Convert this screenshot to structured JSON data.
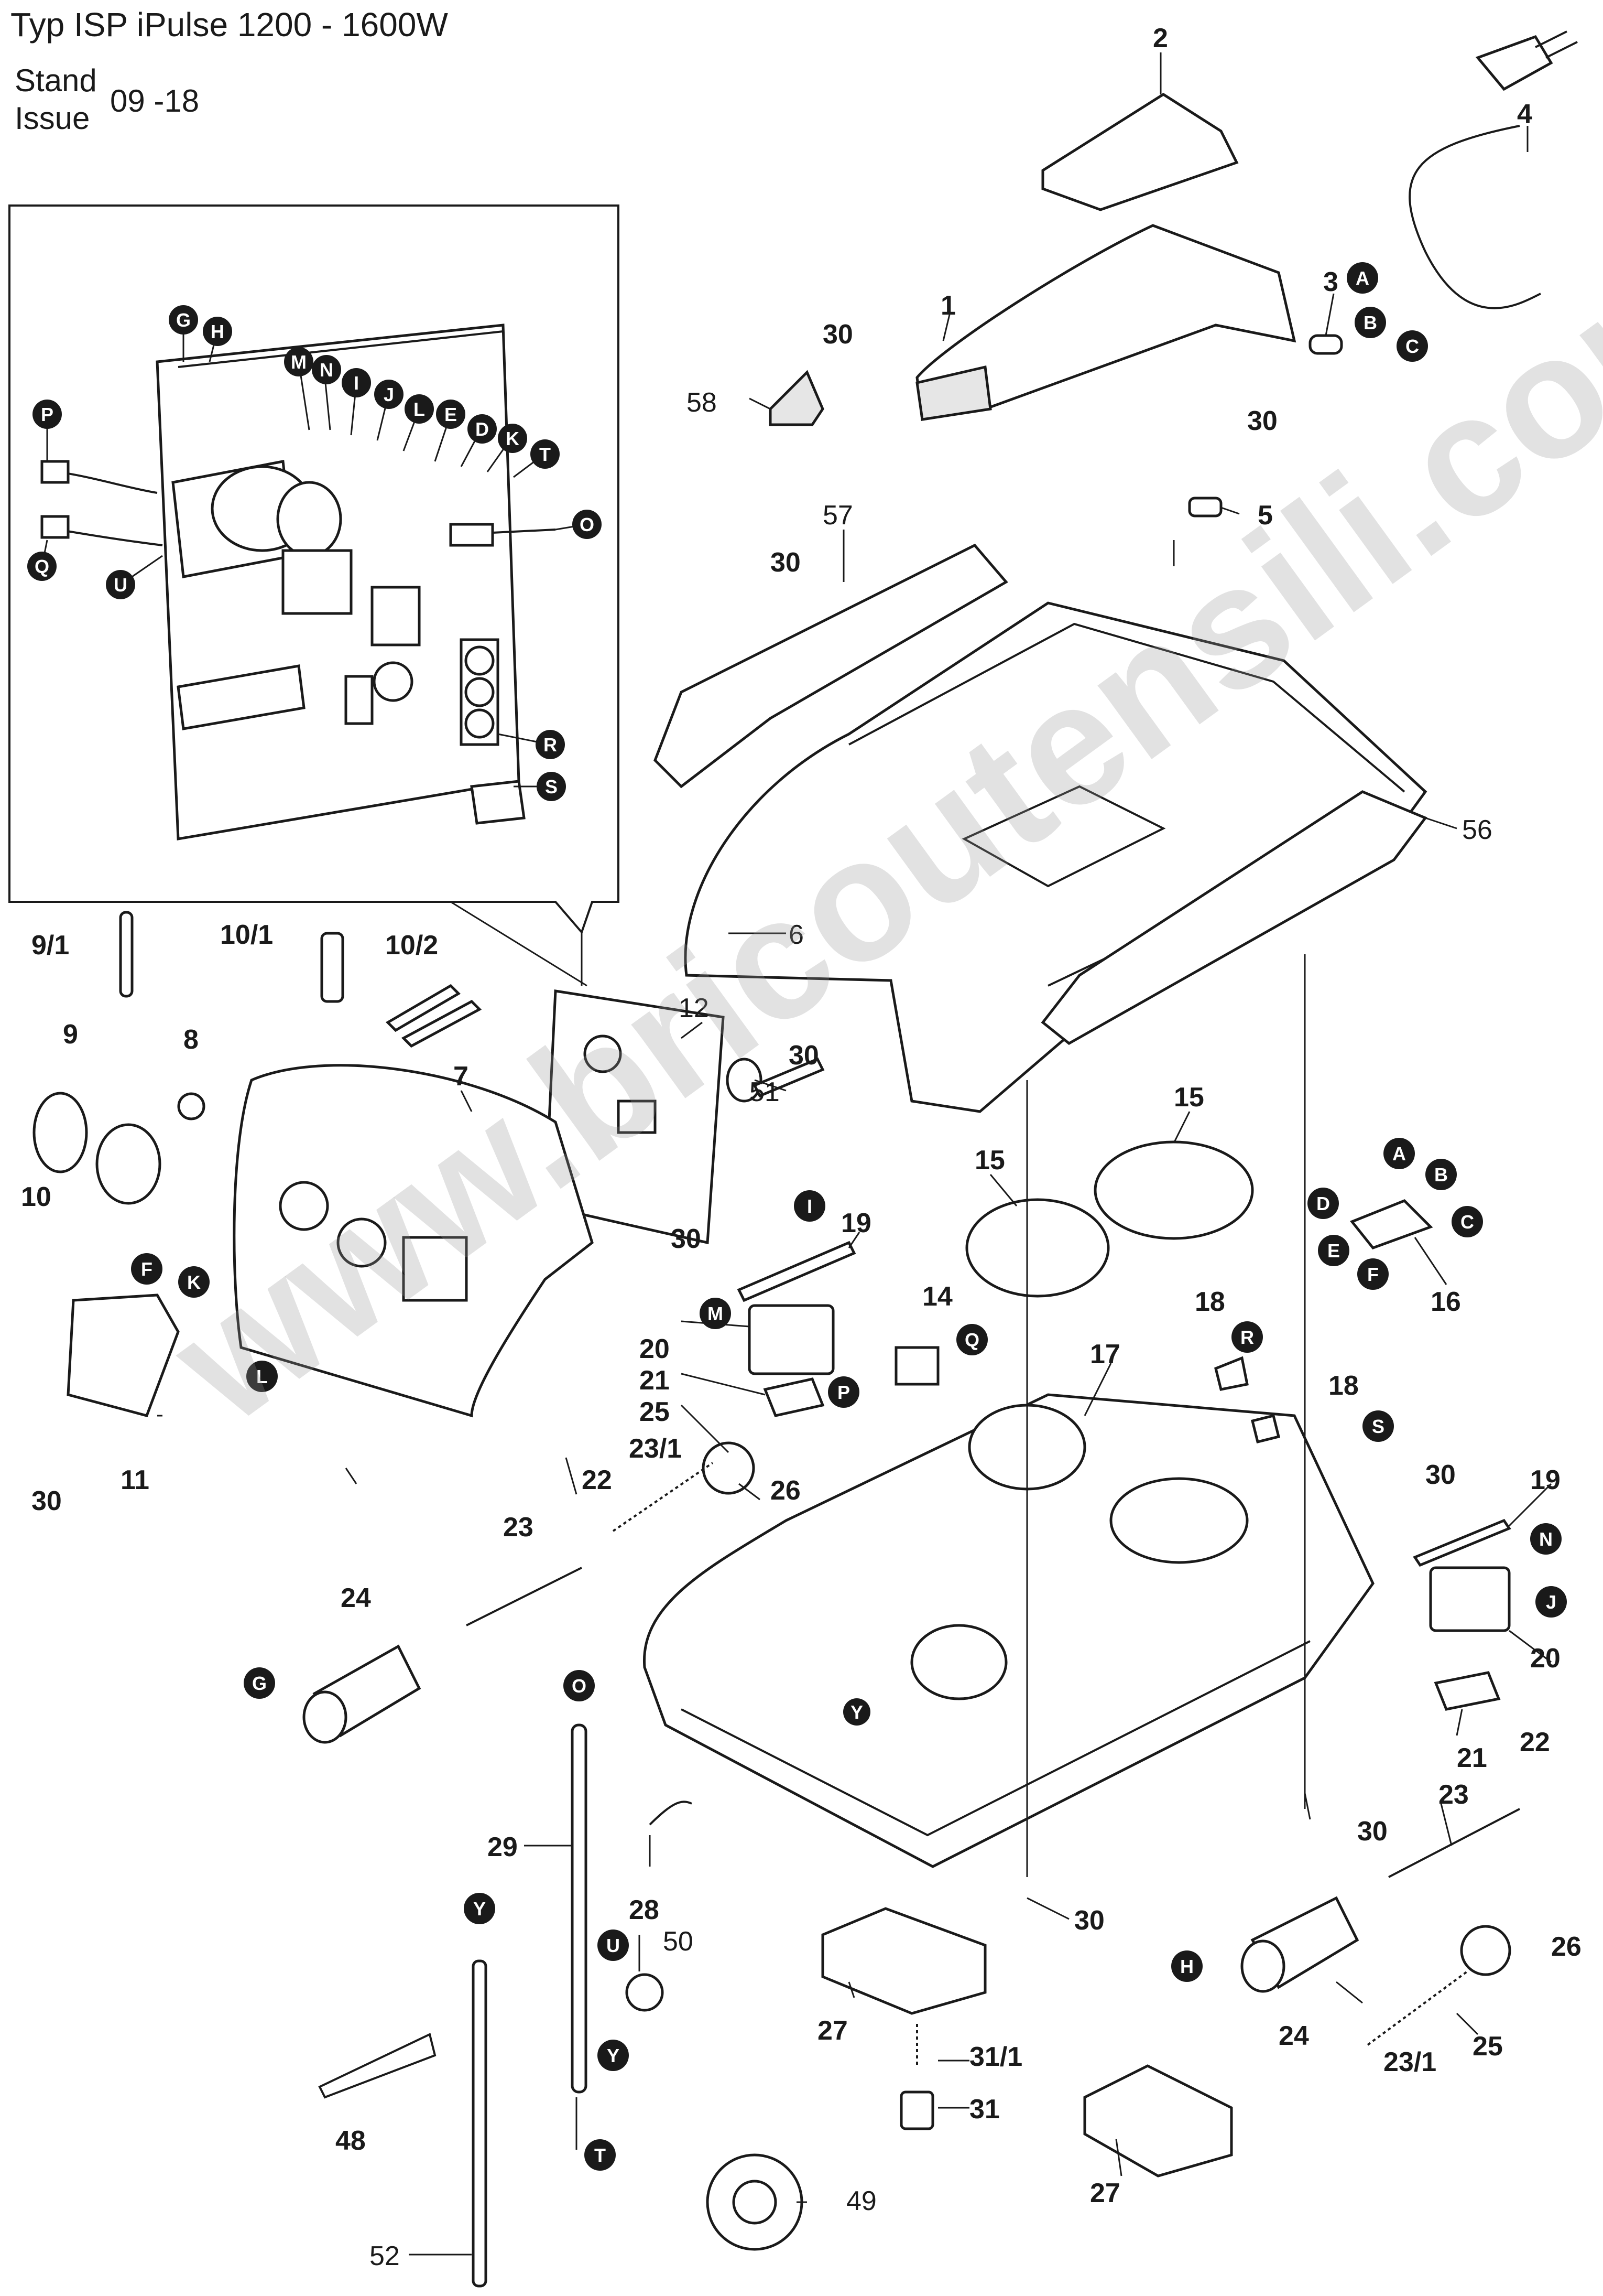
{
  "header": {
    "title": "Typ ISP iPulse 1200 - 1600W",
    "stand_label": "Stand",
    "issue_label": "Issue",
    "issue_date": "09 -18"
  },
  "watermark": "www.bricoutensili.com",
  "parts": {
    "p1": "1",
    "p2": "2",
    "p3": "3",
    "p4": "4",
    "p5": "5",
    "p6": "6",
    "p7": "7",
    "p8": "8",
    "p9": "9",
    "p9_1": "9/1",
    "p10": "10",
    "p10_1": "10/1",
    "p10_2": "10/2",
    "p11": "11",
    "p12": "12",
    "p14": "14",
    "p15": "15",
    "p16": "16",
    "p17": "17",
    "p18": "18",
    "p19": "19",
    "p20": "20",
    "p21": "21",
    "p22": "22",
    "p23": "23",
    "p23_1": "23/1",
    "p24": "24",
    "p25": "25",
    "p26": "26",
    "p27": "27",
    "p28": "28",
    "p29": "29",
    "p30": "30",
    "p31": "31",
    "p31_1": "31/1",
    "p48": "48",
    "p49": "49",
    "p50": "50",
    "p51": "51",
    "p52": "52",
    "p56": "56",
    "p57": "57",
    "p58": "58"
  },
  "connectors": {
    "A": "A",
    "B": "B",
    "C": "C",
    "D": "D",
    "E": "E",
    "F": "F",
    "G": "G",
    "H": "H",
    "I": "I",
    "J": "J",
    "K": "K",
    "L": "L",
    "M": "M",
    "N": "N",
    "O": "O",
    "P": "P",
    "Q": "Q",
    "R": "R",
    "S": "S",
    "T": "T",
    "U": "U",
    "Y": "Y"
  },
  "colors": {
    "line": "#1a1a1a",
    "callout_fill": "#1a1a1a",
    "callout_text": "#ffffff",
    "watermark": "#969696"
  }
}
